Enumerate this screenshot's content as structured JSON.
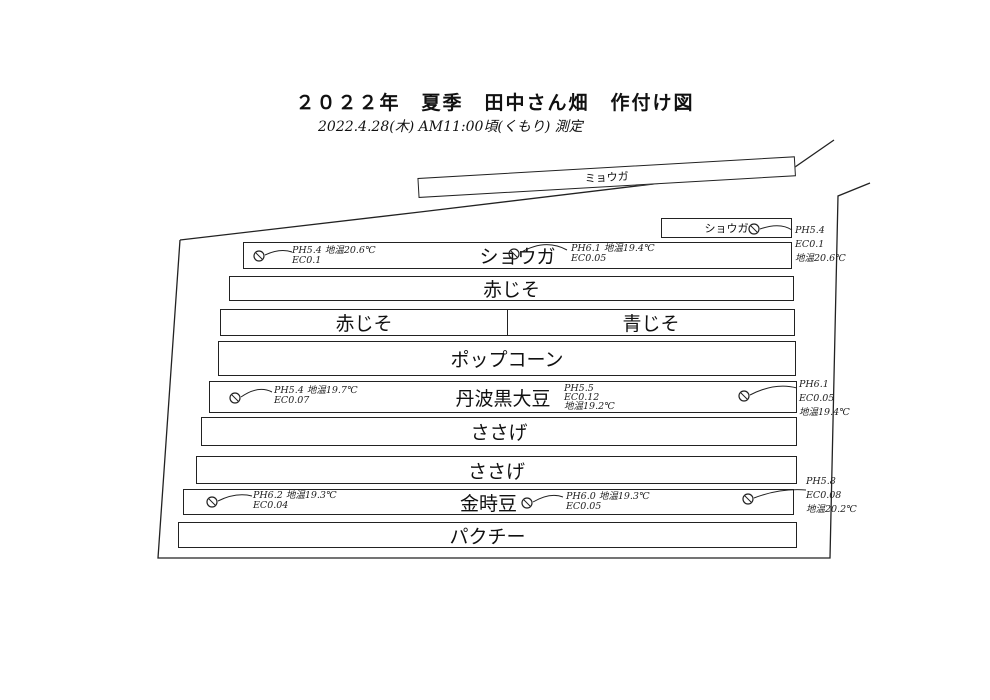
{
  "title": "２０２２年　夏季　田中さん畑　作付け図",
  "subtitle": "2022.4.28(木) AM11:00頃(くもり) 測定",
  "beds": [
    {
      "id": "myoga-top",
      "label": "ミョウガ"
    },
    {
      "id": "shoga-small",
      "label": "ショウガ"
    },
    {
      "id": "shoga",
      "label": "ショウガ"
    },
    {
      "id": "akajiso-1",
      "label": "赤じそ"
    },
    {
      "id": "akajiso-2",
      "label": "赤じそ"
    },
    {
      "id": "aojiso",
      "label": "青じそ"
    },
    {
      "id": "popcorn",
      "label": "ポップコーン"
    },
    {
      "id": "kurodaizu",
      "label": "丹波黒大豆"
    },
    {
      "id": "sasage-1",
      "label": "ささげ"
    },
    {
      "id": "sasage-2",
      "label": "ささげ"
    },
    {
      "id": "kintoki",
      "label": "金時豆"
    },
    {
      "id": "pakuchi",
      "label": "パクチー"
    }
  ],
  "measurements": [
    {
      "ph": "PH5.4",
      "ec": "EC0.1",
      "temp": "地温20.6℃"
    },
    {
      "ph": "PH6.1",
      "ec": "EC0.05",
      "temp": "地温19.4℃"
    },
    {
      "ph": "PH5.4",
      "ec": "EC0.1",
      "temp": "地温20.6℃"
    },
    {
      "ph": "PH5.4",
      "ec": "EC0.07",
      "temp": "地温19.7℃"
    },
    {
      "ph": "PH5.5",
      "ec": "EC0.12",
      "temp": "地温19.2℃"
    },
    {
      "ph": "PH6.1",
      "ec": "EC0.05",
      "temp": "地温19.4℃"
    },
    {
      "ph": "PH6.2",
      "ec": "EC0.04",
      "temp": "地温19.3℃"
    },
    {
      "ph": "PH6.0",
      "ec": "EC0.05",
      "temp": "地温19.3℃"
    },
    {
      "ph": "PH5.8",
      "ec": "EC0.08",
      "temp": "地温20.2℃"
    }
  ]
}
